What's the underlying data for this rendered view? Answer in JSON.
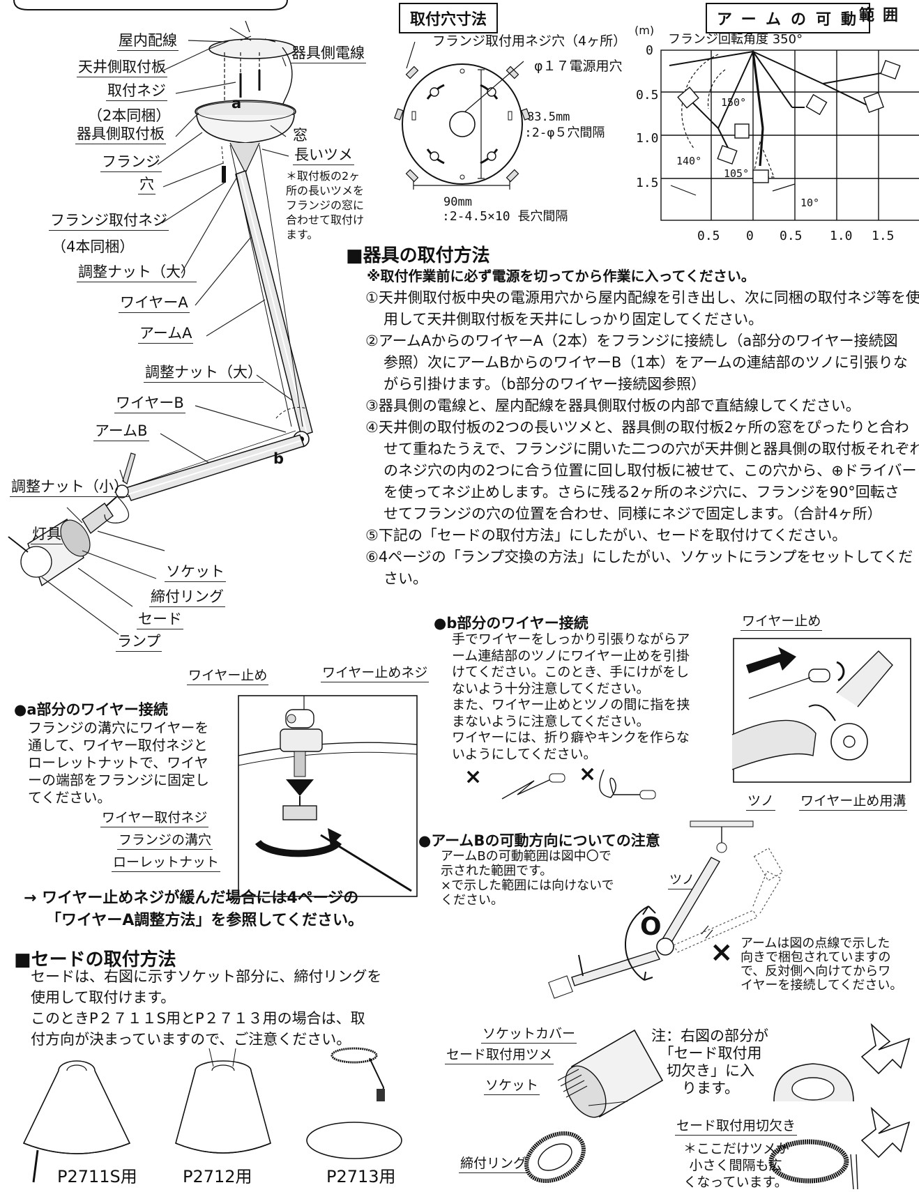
{
  "parts": {
    "indoor_wiring": "屋内配線",
    "ceiling_plate": "天井側取付板",
    "fixture_wire": "器具側電線",
    "mount_screw": "取付ネジ",
    "mount_screw_qty": "（2本同梱）",
    "fixture_plate": "器具側取付板",
    "flange": "フランジ",
    "window": "窓",
    "long_tab": "長いツメ",
    "hole": "穴",
    "flange_screw": "フランジ取付ネジ",
    "flange_screw_qty": "（4本同梱）",
    "adj_nut_large_1": "調整ナット（大）",
    "wire_a": "ワイヤーA",
    "arm_a": "アームA",
    "adj_nut_large_2": "調整ナット（大）",
    "wire_b": "ワイヤーB",
    "arm_b": "アームB",
    "adj_nut_small": "調整ナット（小）",
    "lamp_body": "灯具",
    "socket": "ソケット",
    "tight_ring": "締付リング",
    "shade": "セード",
    "lamp": "ランプ",
    "mark_a": "a",
    "mark_b": "b",
    "tab_note": "＊取付板の2ヶ所の長いツメをフランジの窓に合わせて取付けます。"
  },
  "hole_dims": {
    "title": "取付穴寸法",
    "flange_screw_holes": "フランジ取付用ネジ穴（4ヶ所）",
    "power_hole": "φ１７電源用穴",
    "v_dim": "83.5mm",
    "v_dim2": ":2-φ５穴間隔",
    "h_dim": "90mm",
    "h_dim2": ":2-4.5×10 長穴間隔"
  },
  "range": {
    "title_boxed": "アームの可動",
    "title_rest": "範囲",
    "unit": "(m)",
    "flange_rot": "フランジ回転角度 350°",
    "y_ticks": [
      "0",
      "0.5",
      "1.0",
      "1.5"
    ],
    "x_ticks": [
      "0.5",
      "0",
      "0.5",
      "1.0",
      "1.5"
    ],
    "a150": "150°",
    "a140": "140°",
    "a105": "105°",
    "a10": "10°"
  },
  "install": {
    "heading": "■器具の取付方法",
    "warning": "※取付作業前に必ず電源を切ってから作業に入ってください。",
    "steps": [
      "①天井側取付板中央の電源用穴から屋内配線を引き出し、次に同梱の取付ネジ等を使",
      "用して天井側取付板を天井にしっかり固定してください。",
      "②アームAからのワイヤーA（2本）をフランジに接続し（a部分のワイヤー接続図",
      "参照）次にアームBからのワイヤーB（1本）をアームの連結部のツノに引張りな",
      "がら引掛けます。（b部分のワイヤー接続図参照）",
      "③器具側の電線と、屋内配線を器具側取付板の内部で直結線してください。",
      "④天井側の取付板の2つの長いツメと、器具側の取付板2ヶ所の窓をぴったりと合わ",
      "せて重ねたうえで、フランジに開いた二つの穴が天井側と器具側の取付板それぞれ",
      "のネジ穴の内の2つに合う位置に回し取付板に被せて、この穴から、⊕ドライバー",
      "を使ってネジ止めします。さらに残る2ヶ所のネジ穴に、フランジを90°回転さ",
      "せてフランジの穴の位置を合わせ、同様にネジで固定します。（合計4ヶ所）",
      "⑤下記の「セードの取付方法」にしたがい、セードを取付けてください。",
      "⑥4ページの「ランプ交換の方法」にしたがい、ソケットにランプをセットしてくだ",
      "さい。"
    ]
  },
  "b_wire": {
    "heading": "●b部分のワイヤー接続",
    "lines": [
      "手でワイヤーをしっかり引張りながらア",
      "ーム連結部のツノにワイヤー止めを引掛",
      "けてください。このとき、手にけがをし",
      "ないよう十分注意してください。",
      "また、ワイヤー止めとツノの間に指を挟",
      "まないように注意してください。",
      "ワイヤーには、折り癖やキンクを作らな",
      "いようにしてください。"
    ],
    "wire_stop": "ワイヤー止め",
    "horn": "ツノ",
    "wire_groove": "ワイヤー止め用溝",
    "x1": "×",
    "x2": "×"
  },
  "a_wire": {
    "heading": "●a部分のワイヤー接続",
    "lines": [
      "フランジの溝穴にワイヤーを",
      "通して、ワイヤー取付ネジと",
      "ローレットナットで、ワイヤ",
      "ーの端部をフランジに固定し",
      "てください。"
    ],
    "wire_stop": "ワイヤー止め",
    "wire_stop_screw": "ワイヤー止めネジ",
    "wire_mount_screw": "ワイヤー取付ネジ",
    "flange_slot": "フランジの溝穴",
    "knurl_nut": "ローレットナット",
    "ref1": "→ ワイヤー止めネジが緩んだ場合には4ページの",
    "ref2": "「ワイヤーA調整方法」を参照してください。"
  },
  "arm_b_note": {
    "heading": "●アームBの可動方向についての注意",
    "lines": [
      "アームBの可動範囲は図中〇で",
      "示された範囲です。",
      "×で示した範囲には向けないで",
      "ください。"
    ],
    "horn": "ツノ",
    "o_mark": "O",
    "x_mark": "×",
    "pack_lines": [
      "アームは図の点線で示した",
      "向きで梱包されていますの",
      "で、反対側へ向けてからワ",
      "イヤーを接続してください。"
    ]
  },
  "shade": {
    "heading": "■セードの取付方法",
    "lines": [
      "セードは、右図に示すソケット部分に、締付リングを",
      "使用して取付けます。",
      "このときP２７１１S用とP２７１３用の場合は、取",
      "付方向が決まっていますので、ご注意ください。"
    ],
    "m1": "P2711S用",
    "m2": "P2712用",
    "m3": "P2713用"
  },
  "socket_fig": {
    "socket_cover": "ソケットカバー",
    "shade_tab": "セード取付用ツメ",
    "socket": "ソケット",
    "ring": "締付リング",
    "cutout": "セード取付用切欠き",
    "note_lines": [
      "注：右図の部分が",
      "「セード取付用",
      "切欠き」に入",
      "ります。"
    ],
    "cut_note": [
      "＊ここだけツメが",
      "小さく間隔も広",
      "くなっています。"
    ]
  }
}
